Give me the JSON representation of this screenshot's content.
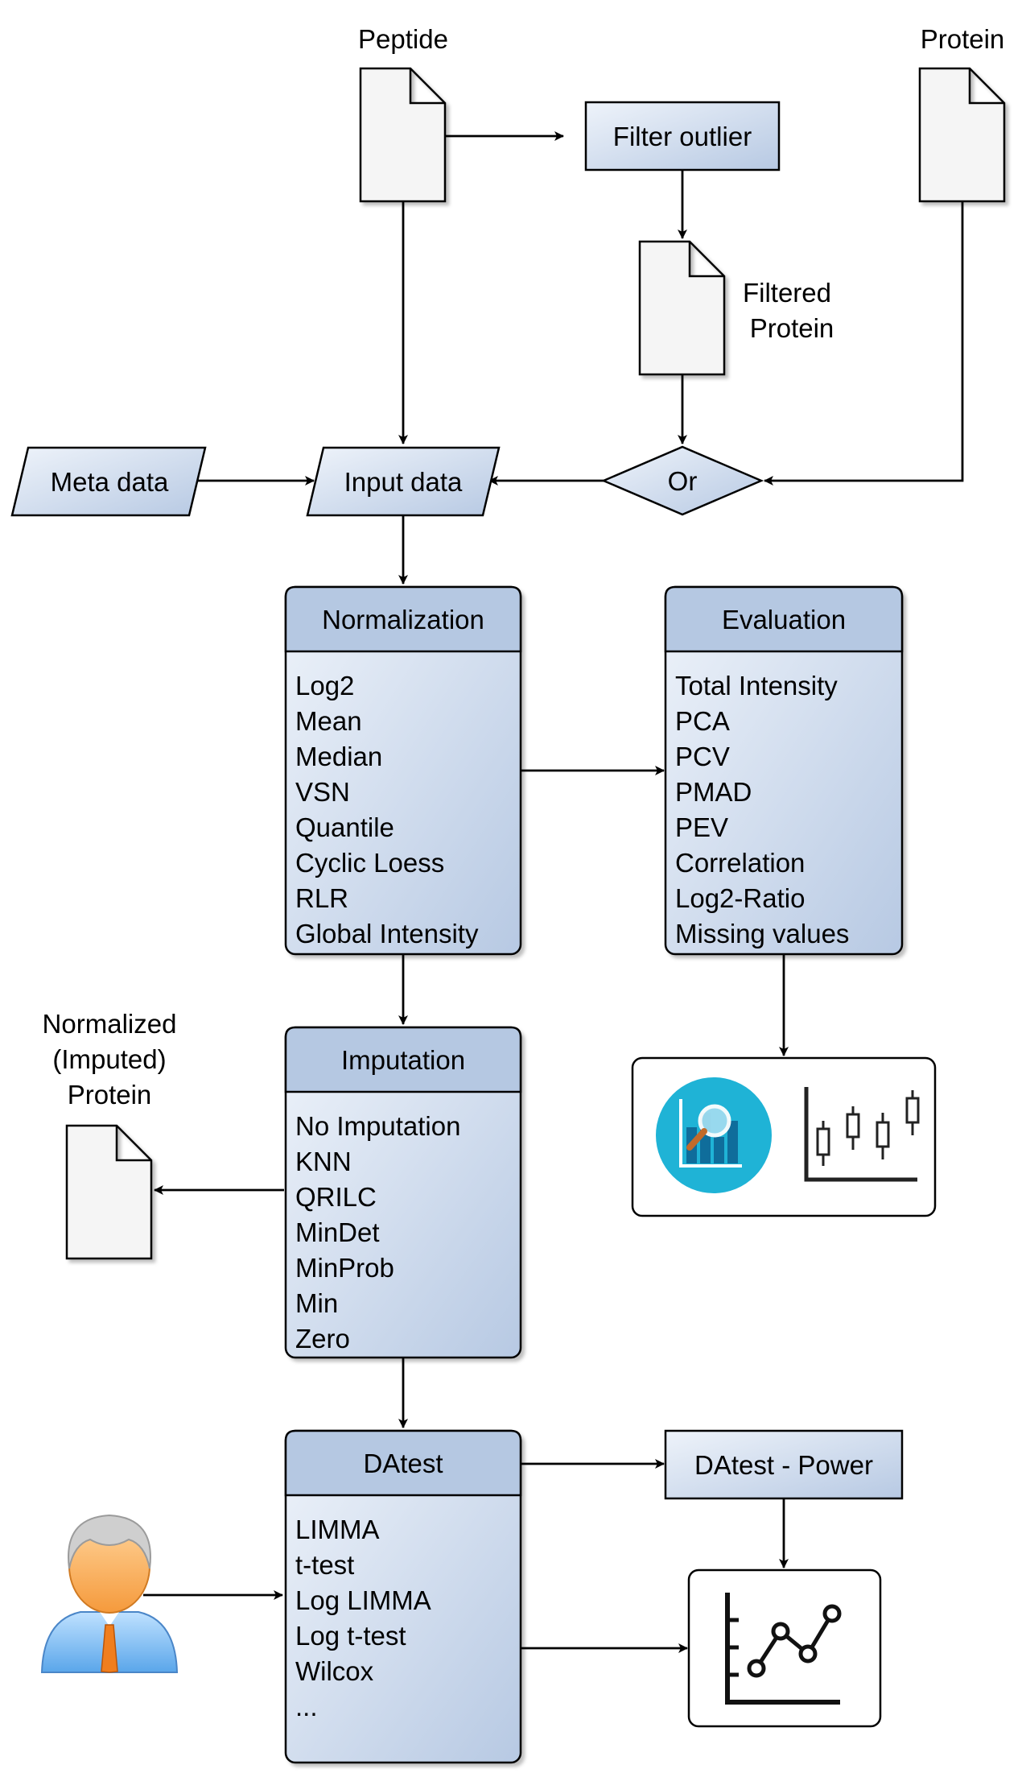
{
  "inputs": {
    "peptide_label": "Peptide",
    "protein_label": "Protein",
    "filtered_protein_label": [
      "Filtered",
      "Protein"
    ],
    "normalized_protein_label": [
      "Normalized",
      "(Imputed)",
      "Protein"
    ]
  },
  "nodes": {
    "filter_outlier": "Filter outlier",
    "or": "Or",
    "meta_data": "Meta data",
    "input_data": "Input data",
    "datest_power": "DAtest - Power"
  },
  "panels": {
    "normalization": {
      "title": "Normalization",
      "items": [
        "Log2",
        "Mean",
        "Median",
        "VSN",
        "Quantile",
        "Cyclic Loess",
        "RLR",
        "Global Intensity"
      ]
    },
    "evaluation": {
      "title": "Evaluation",
      "items": [
        "Total Intensity",
        "PCA",
        "PCV",
        "PMAD",
        "PEV",
        "Correlation",
        "Log2-Ratio",
        "Missing values"
      ]
    },
    "imputation": {
      "title": "Imputation",
      "items": [
        "No Imputation",
        "KNN",
        "QRILC",
        "MinDet",
        "MinProb",
        "Min",
        "Zero"
      ]
    },
    "datest": {
      "title": "DAtest",
      "items": [
        "LIMMA",
        "t-test",
        "Log LIMMA",
        "Log t-test",
        "Wilcox",
        "..."
      ]
    }
  },
  "icons": {
    "evaluation_output": [
      "analytics-icon",
      "candlestick-chart-icon"
    ],
    "power_output": "line-chart-icon",
    "user": "user-icon"
  },
  "colors": {
    "box_fill_light": "#e8eef8",
    "box_fill_dark": "#b5c8e2",
    "document_fill": "#f5f5f5",
    "analytics_circle": "#1fb3d6",
    "stroke": "#000000"
  }
}
